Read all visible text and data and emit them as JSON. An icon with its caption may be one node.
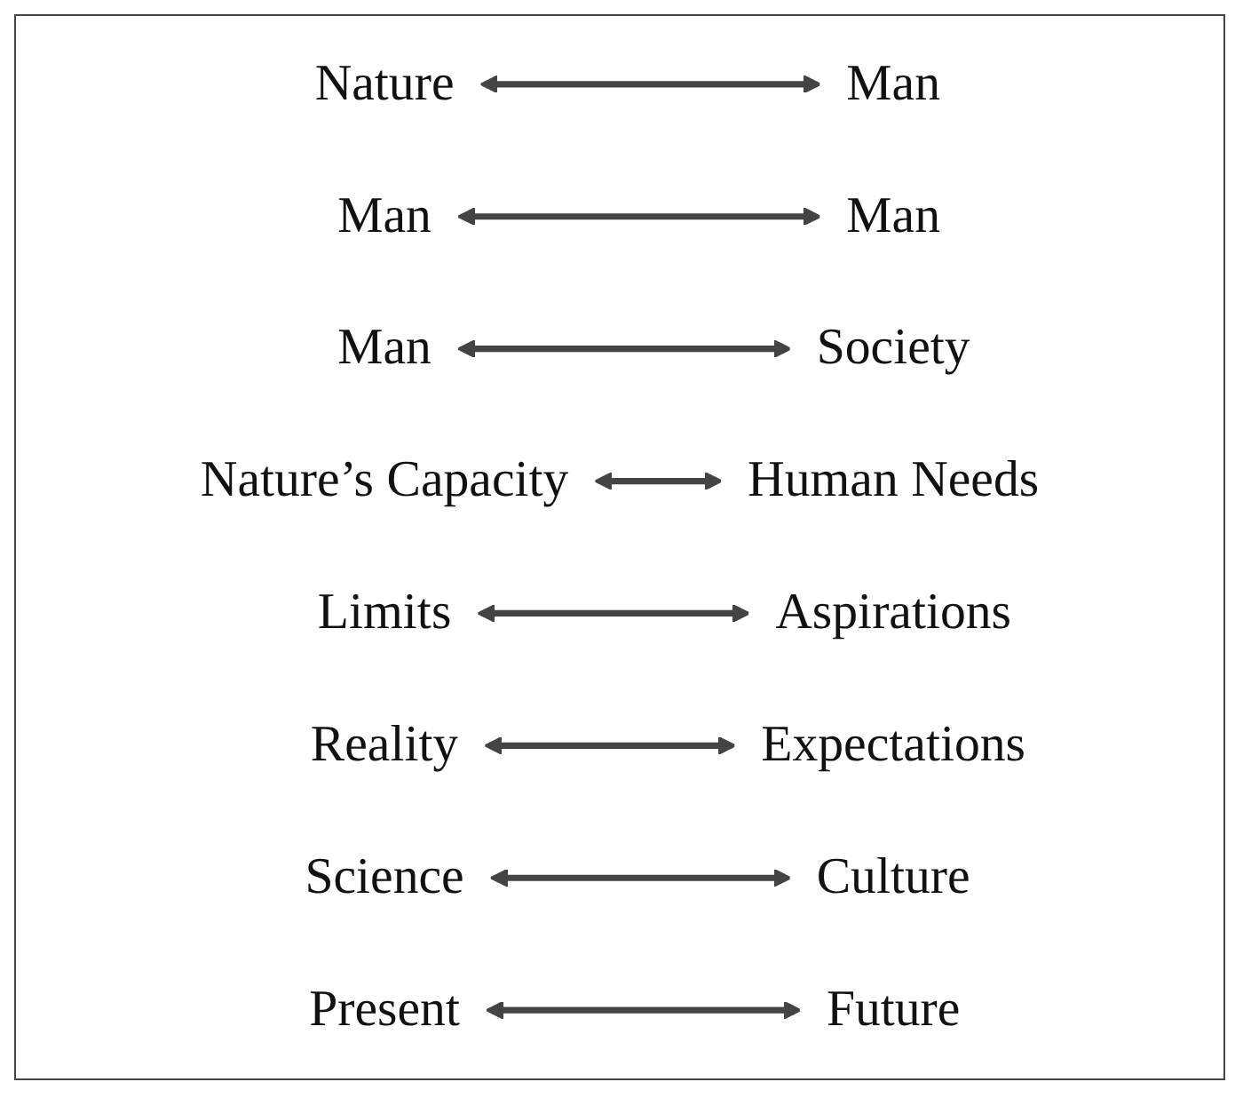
{
  "diagram": {
    "nodes": [
      {
        "text": [
          "Nature"
        ]
      },
      {
        "text": [
          "Man"
        ]
      },
      {
        "text": [
          "Man"
        ]
      },
      {
        "text": [
          "Man"
        ]
      },
      {
        "text": [
          "Man"
        ]
      },
      {
        "text": [
          "Society"
        ]
      },
      {
        "text": [
          "Nature’s Capacity"
        ]
      },
      {
        "text": [
          "Human Needs"
        ]
      },
      {
        "text": [
          "Limits"
        ]
      },
      {
        "text": [
          "Aspirations"
        ]
      },
      {
        "text": [
          "Reality"
        ]
      },
      {
        "text": [
          "Expectations"
        ]
      },
      {
        "text": [
          "Science"
        ]
      },
      {
        "text": [
          "Culture"
        ]
      },
      {
        "text": [
          "Present"
        ]
      },
      {
        "text": [
          "Future"
        ]
      }
    ],
    "edges": [
      {
        "from": 0,
        "to": 1,
        "arrow": "both"
      },
      {
        "from": 2,
        "to": 3,
        "arrow": "both"
      },
      {
        "from": 4,
        "to": 5,
        "arrow": "both"
      },
      {
        "from": 6,
        "to": 7,
        "arrow": "both"
      },
      {
        "from": 8,
        "to": 9,
        "arrow": "both"
      },
      {
        "from": 10,
        "to": 11,
        "arrow": "both"
      },
      {
        "from": 12,
        "to": 13,
        "arrow": "both"
      },
      {
        "from": 14,
        "to": 15,
        "arrow": "both"
      }
    ]
  }
}
